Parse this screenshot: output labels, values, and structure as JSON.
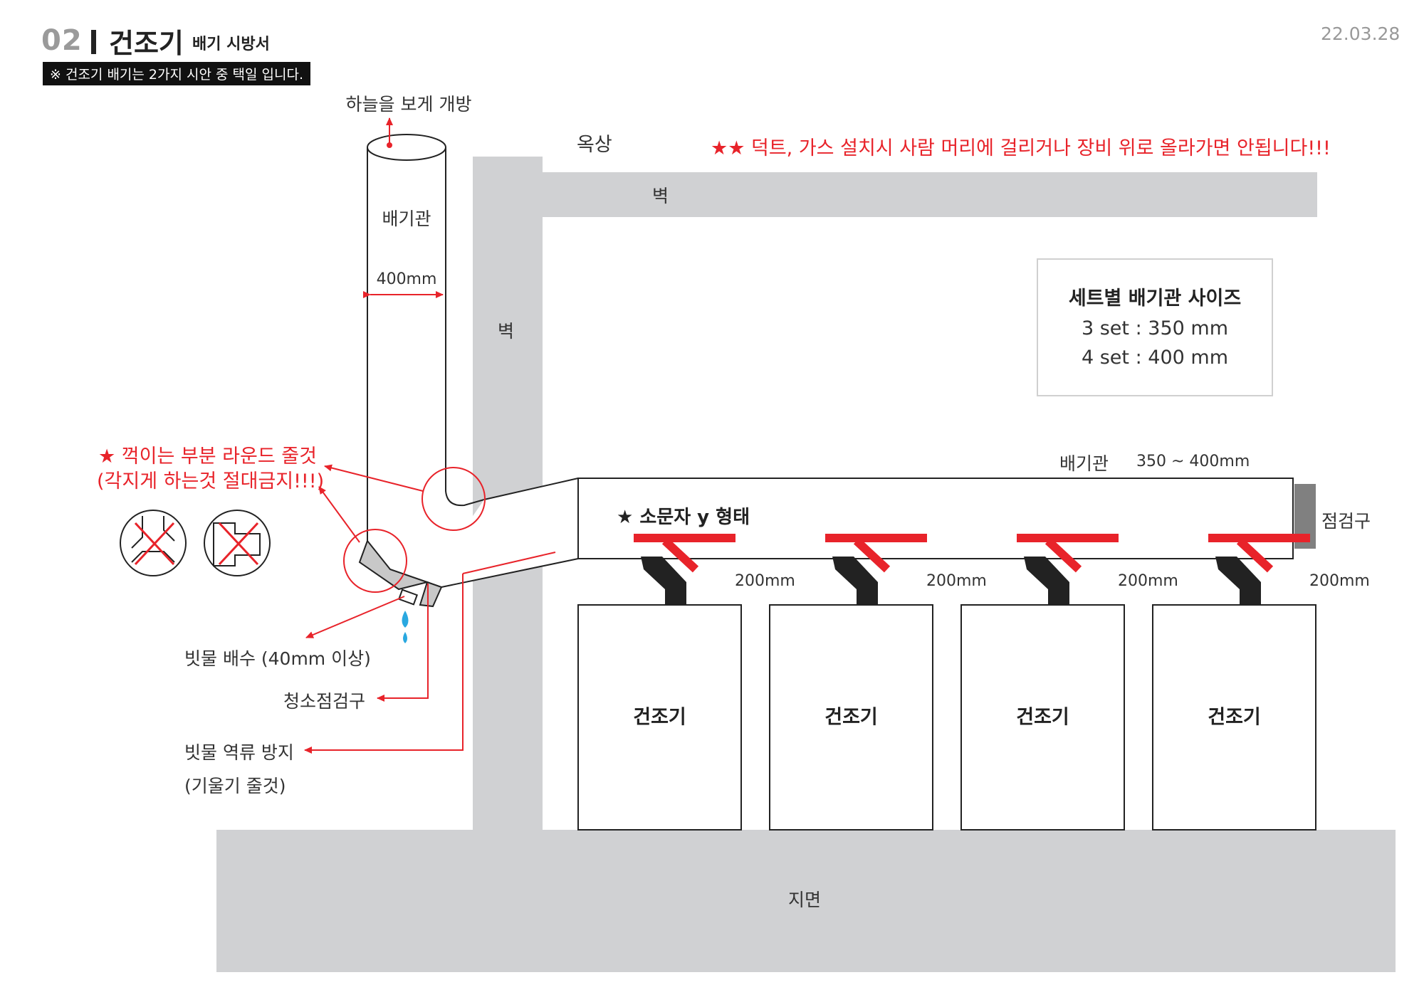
{
  "header": {
    "page_number": "02",
    "title_main": "건조기",
    "title_sub": "배기 시방서",
    "note": "※ 건조기 배기는 2가지 시안 중 택일 입니다.",
    "date": "22.03.28"
  },
  "warning": "★★ 덕트, 가스 설치시 사람 머리에 걸리거나 장비 위로 올라가면 안됩니다!!!",
  "labels": {
    "sky_open": "하늘을 보게 개방",
    "rooftop": "옥상",
    "wall_top": "벽",
    "wall_side": "벽",
    "vertical_pipe": "배기관",
    "vertical_pipe_size": "400mm",
    "round_note_1": "★ 꺽이는 부분 라운드 줄것",
    "round_note_2": "(각지게 하는것 절대금지!!!)",
    "rain_drain": "빗물 배수 (40mm 이상)",
    "cleaning_port": "청소점검구",
    "backflow_1": "빗물 역류 방지",
    "backflow_2": "(기울기 줄것)",
    "horizontal_pipe": "배기관",
    "horizontal_pipe_size": "350 ~ 400mm",
    "y_shape": "★ 소문자 y 형태",
    "inspection_port": "점검구",
    "ground": "지면"
  },
  "size_box": {
    "title": "세트별 배기관 사이즈",
    "row1": "3 set : 350 mm",
    "row2": "4 set : 400 mm"
  },
  "dryers": [
    {
      "label": "건조기",
      "branch_size": "200mm"
    },
    {
      "label": "건조기",
      "branch_size": "200mm"
    },
    {
      "label": "건조기",
      "branch_size": "200mm"
    },
    {
      "label": "건조기",
      "branch_size": "200mm"
    }
  ],
  "colors": {
    "accent_red": "#e8232a",
    "wall_gray": "#d0d1d3",
    "duct_dark": "#222222",
    "water_blue": "#29a8e0",
    "inspection_gray": "#808080"
  },
  "icons": [
    "prohibited-tee-icon",
    "prohibited-elbow-icon",
    "water-drop-icon"
  ]
}
